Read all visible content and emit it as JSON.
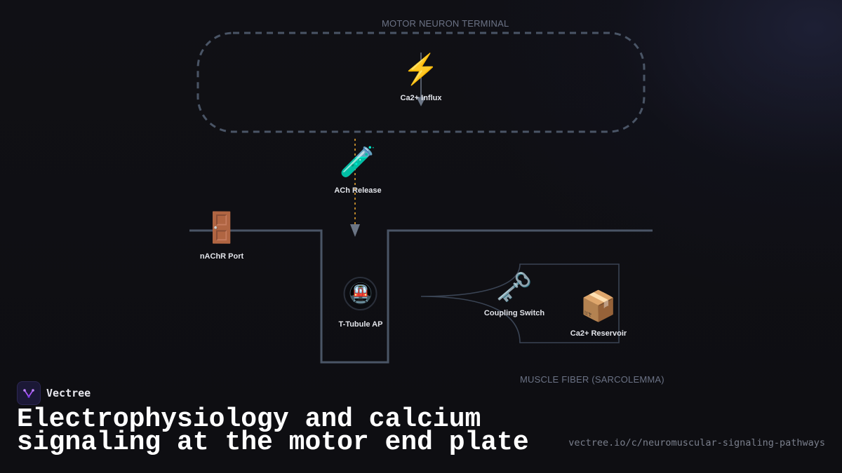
{
  "regions": {
    "terminal": {
      "label": "MOTOR NEURON TERMINAL"
    },
    "muscle": {
      "label": "MUSCLE FIBER (SARCOLEMMA)"
    }
  },
  "nodes": [
    {
      "id": "ca-influx",
      "label": "Ca2+ Influx",
      "icon": "lightning-bolt-icon",
      "glyph": "⚡"
    },
    {
      "id": "ach-release",
      "label": "ACh Release",
      "icon": "test-tube-icon",
      "glyph": "🧪"
    },
    {
      "id": "nachr-port",
      "label": "nAChR Port",
      "icon": "door-icon",
      "glyph": "🚪"
    },
    {
      "id": "t-tubule-ap",
      "label": "T-Tubule AP",
      "icon": "metro-train-icon",
      "glyph": "🚇"
    },
    {
      "id": "coupling-switch",
      "label": "Coupling Switch",
      "icon": "key-icon",
      "glyph": "🗝️"
    },
    {
      "id": "ca-reservoir",
      "label": "Ca2+ Reservoir",
      "icon": "package-icon",
      "glyph": "📦"
    }
  ],
  "colors": {
    "background": "#0f0f13",
    "membrane": "#4a5566",
    "dashed_border": "#4a5566",
    "ach_flow": "#e0a030",
    "arrow": "#6b7585",
    "sr_outline": "#3a4454",
    "region_label": "#6b7285",
    "node_label": "#e2e4ea",
    "brand_accent": "#a855f7"
  },
  "brand": {
    "name": "Vectree",
    "logo_icon": "vectree-logo-icon"
  },
  "title": "Electrophysiology and calcium signaling at the motor end plate",
  "source_url": "vectree.io/c/neuromuscular-signaling-pathways"
}
